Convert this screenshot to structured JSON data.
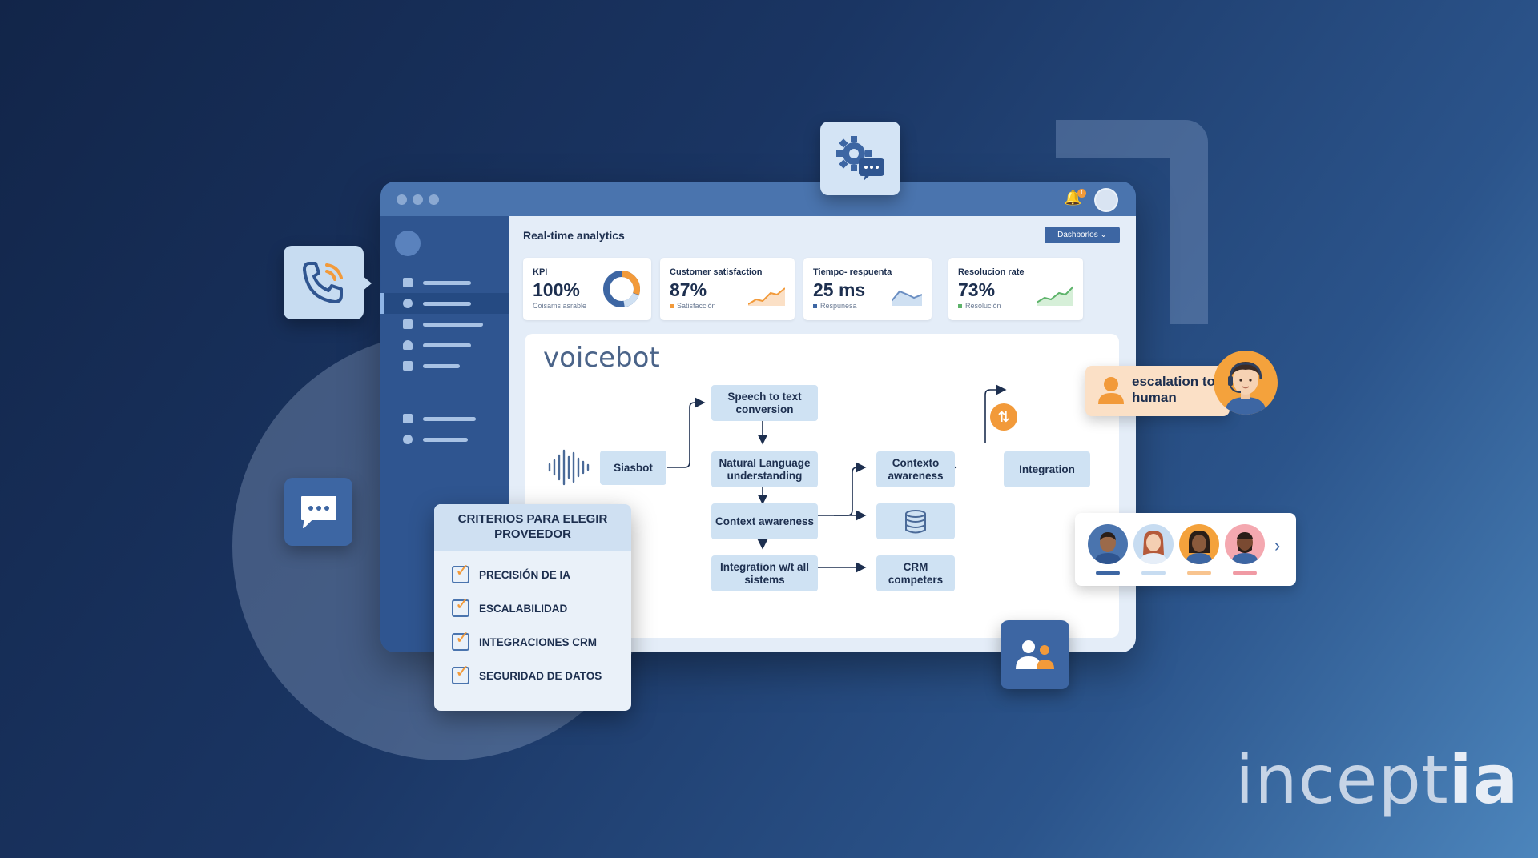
{
  "window": {
    "notification_count": "1"
  },
  "analytics": {
    "title": "Real-time analytics",
    "dropdown_label": "Dashborlos",
    "kpis": [
      {
        "label": "KPI",
        "value": "100%",
        "sub": "Coisams asrable"
      },
      {
        "label": "Customer satisfaction",
        "value": "87%",
        "sub": "Satisfacción"
      },
      {
        "label": "Tiempo- respuenta",
        "value": "25 ms",
        "sub": "Respunesa"
      },
      {
        "label": "Resolucion rate",
        "value": "73%",
        "sub": "Resolución"
      }
    ]
  },
  "flow": {
    "title": "voicebot",
    "nodes": {
      "source": "Siasbot",
      "stt": "Speech to text conversion",
      "nlu": "Natural Language understanding",
      "context": "Context awareness",
      "integration_all": "Integration w/t all sistems",
      "contexto": "Contexto awareness",
      "crm": "CRM competers",
      "integration": "Integration"
    }
  },
  "criteria": {
    "title": "CRITERIOS PARA ELEGIR PROVEEDOR",
    "items": [
      "PRECISIÓN DE IA",
      "ESCALABILIDAD",
      "INTEGRACIONES CRM",
      "SEGURIDAD DE DATOS"
    ]
  },
  "escalation": {
    "label": "escalation to human"
  },
  "brand": {
    "logo_plain": "incept",
    "logo_bold": "ia"
  },
  "colors": {
    "accent_orange": "#f29a3a",
    "brand_blue": "#3b639e",
    "background_dark": "#122549"
  },
  "icons": [
    "phone-icon",
    "chat-icon",
    "gear-chat-icon",
    "bell-icon",
    "users-icon",
    "database-icon",
    "soundwave-icon",
    "chevron-right-icon"
  ]
}
